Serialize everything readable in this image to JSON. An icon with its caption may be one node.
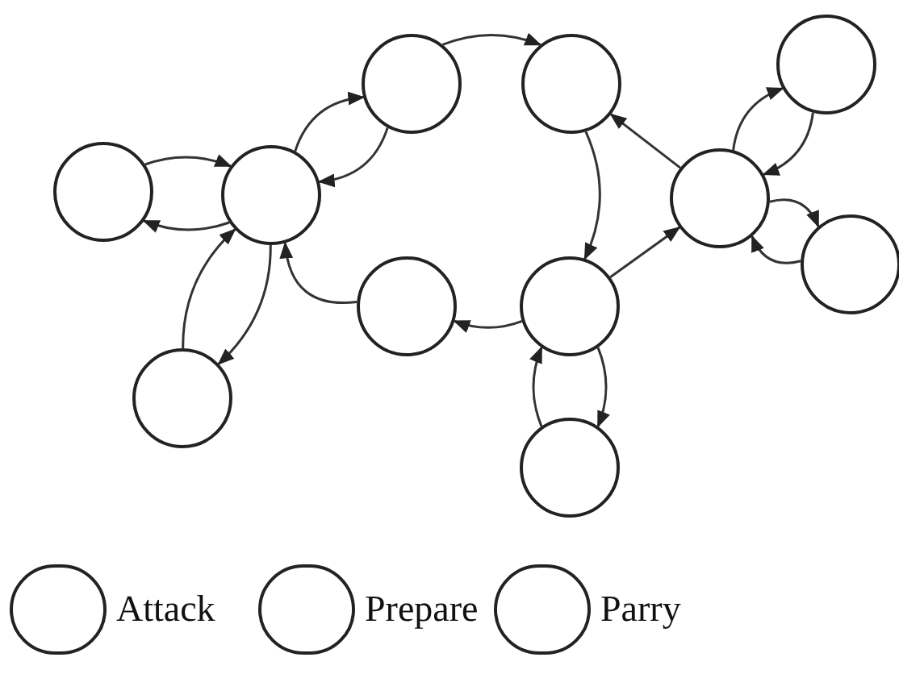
{
  "diagram": {
    "nodes": [
      {
        "text": [],
        "shape": "circle"
      },
      {
        "text": [],
        "shape": "circle"
      },
      {
        "text": [],
        "shape": "circle"
      },
      {
        "text": [],
        "shape": "circle"
      },
      {
        "text": [],
        "shape": "circle"
      },
      {
        "text": [],
        "shape": "circle"
      },
      {
        "text": [],
        "shape": "circle"
      },
      {
        "text": [],
        "shape": "circle"
      },
      {
        "text": [],
        "shape": "circle"
      },
      {
        "text": [],
        "shape": "circle"
      },
      {
        "text": [],
        "shape": "circle"
      }
    ],
    "edges": [
      {
        "from": 0,
        "to": 1,
        "arrow": "to"
      },
      {
        "from": 1,
        "to": 0,
        "arrow": "to"
      },
      {
        "from": 1,
        "to": 2,
        "arrow": "to"
      },
      {
        "from": 2,
        "to": 1,
        "arrow": "to"
      },
      {
        "from": 2,
        "to": 3,
        "arrow": "to"
      },
      {
        "from": 3,
        "to": 9,
        "arrow": "to"
      },
      {
        "from": 4,
        "to": 3,
        "arrow": "to"
      },
      {
        "from": 9,
        "to": 4,
        "arrow": "to"
      },
      {
        "from": 9,
        "to": 8,
        "arrow": "to"
      },
      {
        "from": 8,
        "to": 1,
        "arrow": "to"
      },
      {
        "from": 7,
        "to": 1,
        "arrow": "to"
      },
      {
        "from": 1,
        "to": 7,
        "arrow": "to"
      },
      {
        "from": 9,
        "to": 10,
        "arrow": "to"
      },
      {
        "from": 10,
        "to": 9,
        "arrow": "to"
      },
      {
        "from": 4,
        "to": 5,
        "arrow": "to"
      },
      {
        "from": 5,
        "to": 4,
        "arrow": "to"
      },
      {
        "from": 4,
        "to": 6,
        "arrow": "to"
      },
      {
        "from": 6,
        "to": 4,
        "arrow": "to"
      }
    ],
    "legend": [
      {
        "text": "Attack"
      },
      {
        "text": "Prepare"
      },
      {
        "text": "Parry"
      }
    ]
  }
}
